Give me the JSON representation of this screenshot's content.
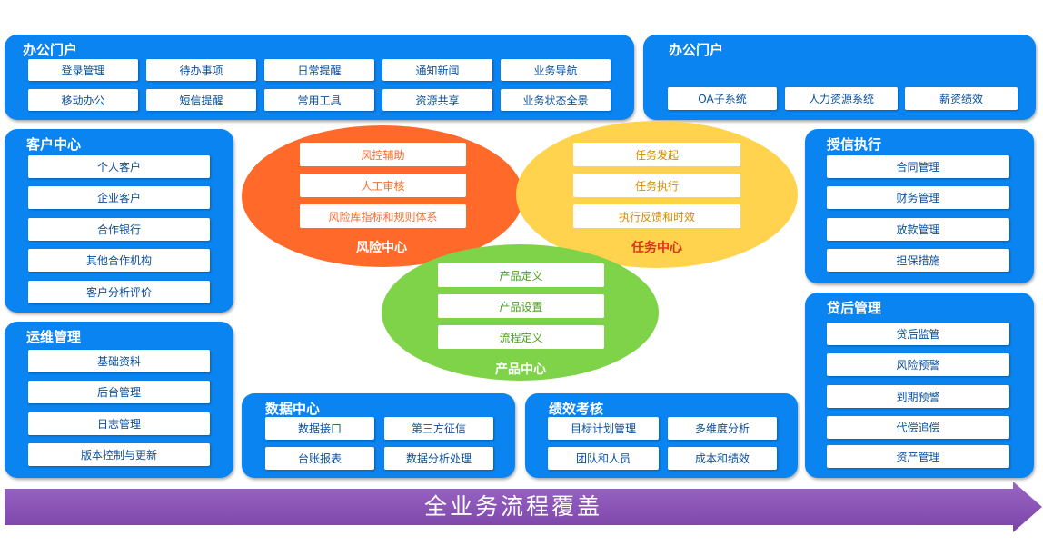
{
  "office_portal_left": {
    "title": "办公门户",
    "row1": [
      "登录管理",
      "待办事项",
      "日常提醒",
      "通知新闻",
      "业务导航"
    ],
    "row2": [
      "移动办公",
      "短信提醒",
      "常用工具",
      "资源共享",
      "业务状态全景"
    ]
  },
  "office_portal_right": {
    "title": "办公门户",
    "items": [
      "OA子系统",
      "人力资源系统",
      "薪资绩效"
    ]
  },
  "customer_center": {
    "title": "客户中心",
    "items": [
      "个人客户",
      "企业客户",
      "合作银行",
      "其他合作机构",
      "客户分析评价"
    ]
  },
  "ops_management": {
    "title": "运维管理",
    "items": [
      "基础资料",
      "后台管理",
      "日志管理",
      "版本控制与更新"
    ]
  },
  "risk_center": {
    "title": "风险中心",
    "items": [
      "风控辅助",
      "人工审核",
      "风险库指标和规则体系"
    ],
    "color": "#ff6a2b",
    "text_color": "#ff6a2b"
  },
  "task_center": {
    "title": "任务中心",
    "items": [
      "任务发起",
      "任务执行",
      "执行反馈和时效"
    ],
    "color": "#ffd34d",
    "text_color": "#d98a00"
  },
  "product_center": {
    "title": "产品中心",
    "items": [
      "产品定义",
      "产品设置",
      "流程定义"
    ],
    "color": "#7ed348",
    "text_color": "#4aa21c"
  },
  "data_center": {
    "title": "数据中心",
    "items": [
      "数据接口",
      "第三方征信",
      "台账报表",
      "数据分析处理"
    ]
  },
  "performance": {
    "title": "绩效考核",
    "items": [
      "目标计划管理",
      "多维度分析",
      "团队和人员",
      "成本和绩效"
    ]
  },
  "credit_execution": {
    "title": "授信执行",
    "items": [
      "合同管理",
      "财务管理",
      "放款管理",
      "担保措施"
    ]
  },
  "post_loan": {
    "title": "贷后管理",
    "items": [
      "贷后监管",
      "风险预警",
      "到期预警",
      "代偿追偿",
      "资产管理"
    ]
  },
  "banner": {
    "text": "全业务流程覆盖",
    "color": "#8b56b5"
  }
}
